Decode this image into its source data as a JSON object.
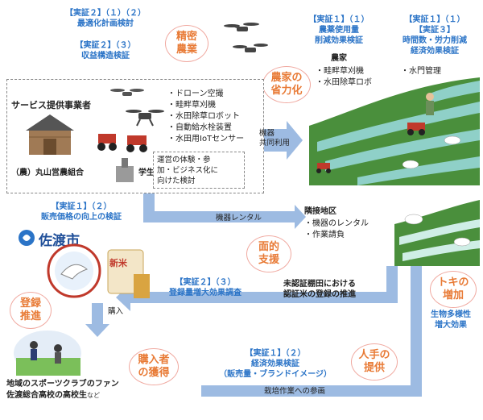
{
  "top_left": {
    "l1": "【実証２】（１）（２）",
    "l2": "最適化計画検討",
    "l3": "【実証２】（３）",
    "l4": "収益構造検証"
  },
  "bubbles": {
    "seimitsu": "精密\n農業",
    "shoryoku": "農家の\n省力化",
    "menteki": "面的\n支援",
    "toroku": "登録\n推進",
    "konyu": "購入者\nの獲得",
    "jinshu": "人手の\n提供",
    "toki": "トキの\n増加"
  },
  "top_mid": {
    "l1": "【実証１】（１）",
    "l2": "農薬使用量",
    "l3": "削減効果検証",
    "farmer": "農家",
    "items": [
      "畦畔草刈機",
      "水田除草ロボ"
    ]
  },
  "top_right": {
    "l1": "【実証１】（１）",
    "l2": "【実証３】",
    "l3": "時間数・労力削減",
    "l4": "経済効果検証",
    "items": [
      "水門管理"
    ]
  },
  "service": {
    "title": "サービス提供事業者",
    "items": [
      "ドローン空撮",
      "畦畔草刈機",
      "水田除草ロボット",
      "自動給水栓装置",
      "水田用IoTセンサー"
    ],
    "org": "（農）丸山営農組合",
    "student_label": "学生",
    "student_text": "運営の体験・参\n加・ビジネス化に\n向けた検討"
  },
  "arrows": {
    "kyodo": "機器\n共同利用",
    "rental": "機器レンタル",
    "konyu": "購入",
    "saibai": "栽培作業への参画"
  },
  "neighbor": {
    "title": "隣接地区",
    "items": [
      "機器のレンタル",
      "作業請負"
    ]
  },
  "mid_left": {
    "l1": "【実証１】（２）",
    "l2": "販売価格の向上の検証",
    "city": "佐渡市",
    "rice_label": "新米"
  },
  "mid_center": {
    "l1": "【実証２】（３）",
    "l2": "登録量増大効果調査",
    "t1": "未認証棚田における",
    "t2": "認証米の登録の推進"
  },
  "bottom": {
    "l1": "【実証１】（２）",
    "l2": "経済効果検証",
    "l3": "（販売量・ブランドイメージ）",
    "fans1": "地域のスポーツクラブのファン",
    "fans2": "佐渡総合高校の高校生",
    "fans_suffix": "など"
  },
  "right_effect": {
    "l1": "生物多様性",
    "l2": "増大効果"
  },
  "colors": {
    "blue_text": "#2b74c7",
    "bubble_text": "#e87a35",
    "arrow": "#7fa7d9"
  }
}
